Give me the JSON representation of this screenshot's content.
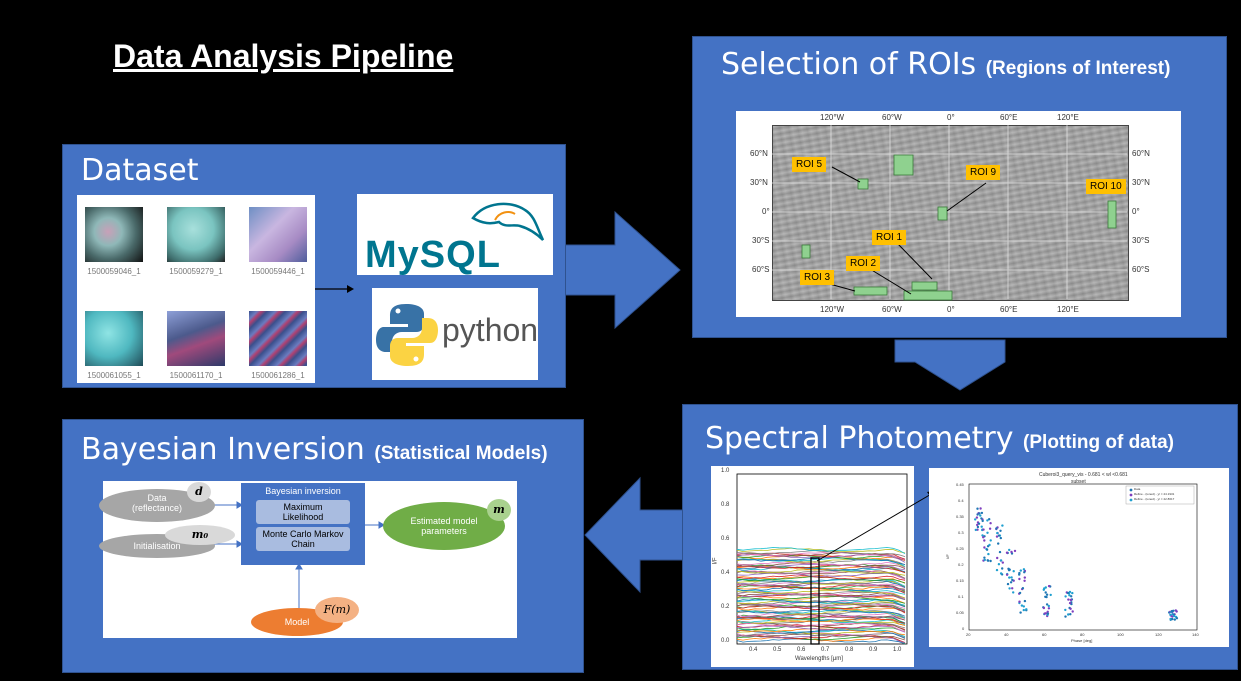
{
  "title": "Data Analysis Pipeline",
  "dataset": {
    "title": "Dataset",
    "thumbnails": [
      {
        "label": "1500059046_1"
      },
      {
        "label": "1500059279_1"
      },
      {
        "label": "1500059446_1"
      },
      {
        "label": "1500061055_1"
      },
      {
        "label": "1500061170_1"
      },
      {
        "label": "1500061286_1"
      }
    ],
    "logos": {
      "mysql": "MySQL",
      "python": "python"
    }
  },
  "roi": {
    "title": "Selection of ROIs",
    "subtitle": "(Regions of Interest)",
    "lon_ticks": [
      "120°W",
      "60°W",
      "0°",
      "60°E",
      "120°E"
    ],
    "lat_ticks": [
      "60°N",
      "30°N",
      "0°",
      "30°S",
      "60°S"
    ],
    "labels": [
      "ROI 5",
      "ROI 9",
      "ROI 10",
      "ROI 1",
      "ROI 2",
      "ROI 3"
    ]
  },
  "spectral": {
    "title": "Spectral Photometry",
    "subtitle": "(Plotting of data)",
    "plot1": {
      "ylabel": "I/F",
      "xlabel": "Wavelengths [μm]",
      "yticks": [
        "1.0",
        "0.8",
        "0.6",
        "0.4",
        "0.2",
        "0.0"
      ],
      "xticks": [
        "0.4",
        "0.5",
        "0.6",
        "0.7",
        "0.8",
        "0.9",
        "1.0"
      ]
    },
    "plot2": {
      "title": "Cuberoi3_query_vis - 0.681 < wl <0.681",
      "subtitle": "subset",
      "xlabel": "Phase [deg]",
      "ylabel": "I/F",
      "yticks": [
        "0.45",
        "0.4",
        "0.35",
        "0.3",
        "0.25",
        "0.2",
        "0.15",
        "0.1",
        "0.05",
        "0"
      ],
      "xticks": [
        "20",
        "40",
        "60",
        "80",
        "100",
        "120",
        "140"
      ],
      "legend": [
        "Data",
        "Refine - (toned) - χ² = 24.1931",
        "Refine - (toned) - χ² = 22.8617"
      ]
    }
  },
  "bayes": {
    "title": "Bayesian Inversion",
    "subtitle": "(Statistical Models)",
    "data_node": "Data\n(reflectance)",
    "data_sym": "d",
    "init_node": "Initialisation",
    "init_sym": "m₀",
    "inversion_title": "Bayesian inversion",
    "ml": "Maximum Likelihood",
    "mcmc": "Monte Carlo Markov Chain",
    "estimated": "Estimated model parameters",
    "est_sym": "m",
    "model": "Model",
    "model_sym": "F(m)"
  },
  "colors": {
    "panel": "#4472c4",
    "roi_label": "#ffc000",
    "roi_box": "#8fd18f",
    "node_gray": "#a6a6a6",
    "node_green": "#70ad47",
    "node_orange": "#ed7d31",
    "inversion_box": "#4472c4"
  }
}
